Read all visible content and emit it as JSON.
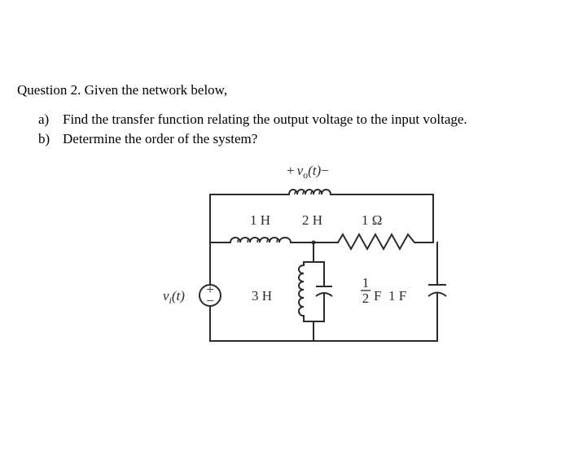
{
  "question": {
    "title": "Question 2. Given the network below,",
    "items": [
      {
        "marker": "a)",
        "text": "Find the transfer function relating the output voltage to the input voltage."
      },
      {
        "marker": "b)",
        "text": "Determine the order of the system?"
      }
    ]
  },
  "circuit": {
    "output_label_plus": "+",
    "output_label_v": "v",
    "output_label_sub": "o",
    "output_label_t": "(t)",
    "output_label_minus": "−",
    "source_label_v": "v",
    "source_label_sub": "i",
    "source_label_t": "(t)",
    "source_plus": "+",
    "source_minus": "−",
    "inductor_1": "1 H",
    "inductor_2": "2 H",
    "resistor": "1 Ω",
    "inductor_3": "3 H",
    "cap_half_num": "1",
    "cap_half_den": "2",
    "cap_half_unit": "F",
    "cap_one": "1 F"
  }
}
